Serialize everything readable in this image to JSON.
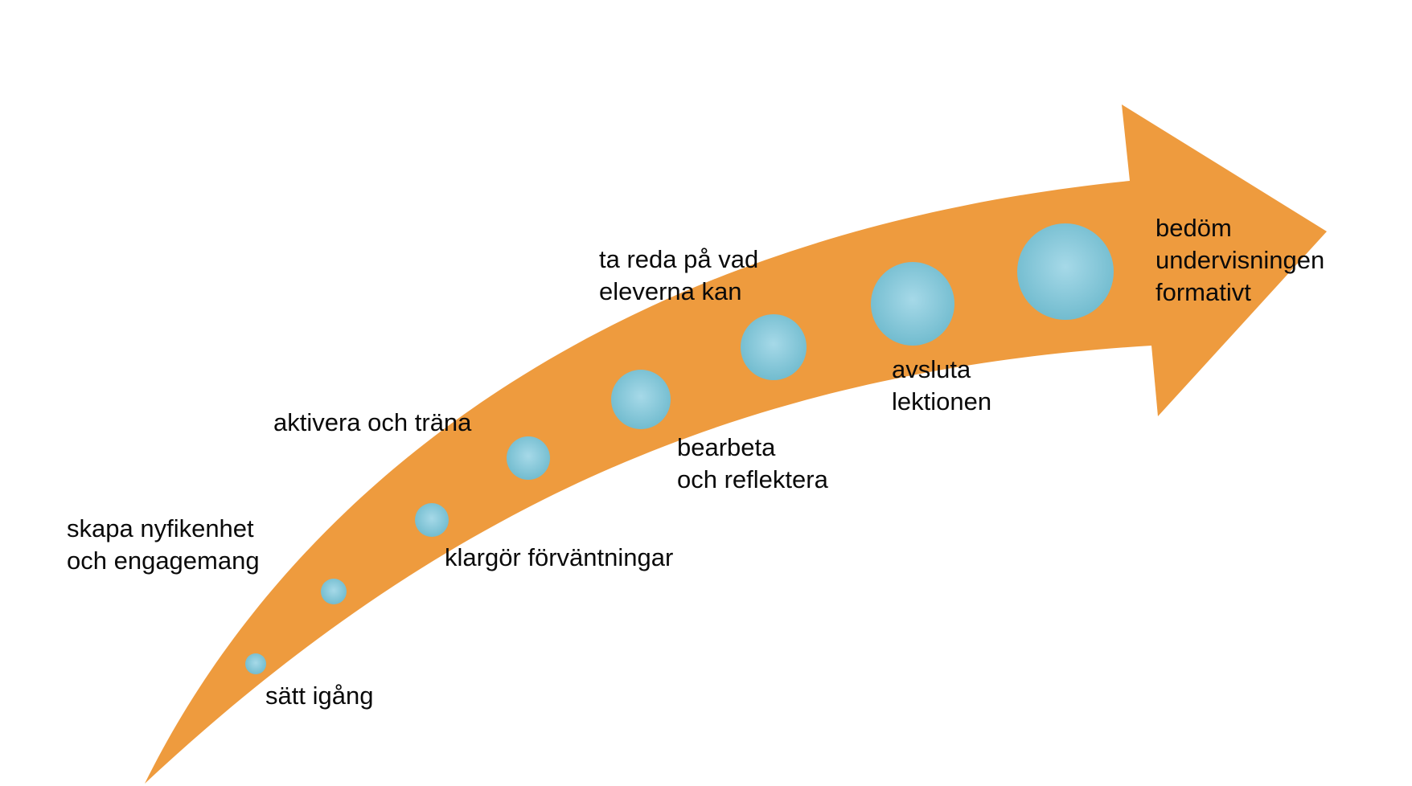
{
  "colors": {
    "arrow": "#EE9B3E",
    "circle_center": "#A6D9E8",
    "circle_edge": "#72BCCF",
    "text": "#0a0a0a"
  },
  "steps": [
    {
      "label": "sätt igång"
    },
    {
      "label": "skapa nyfikenhet\noch engagemang"
    },
    {
      "label": "klargör förväntningar"
    },
    {
      "label": "aktivera och träna"
    },
    {
      "label": "bearbeta\noch reflektera"
    },
    {
      "label": "ta reda på vad\neleverna kan"
    },
    {
      "label": "avsluta\nlektionen"
    },
    {
      "label": "bedöm\nundervisningen\nformativt"
    }
  ]
}
